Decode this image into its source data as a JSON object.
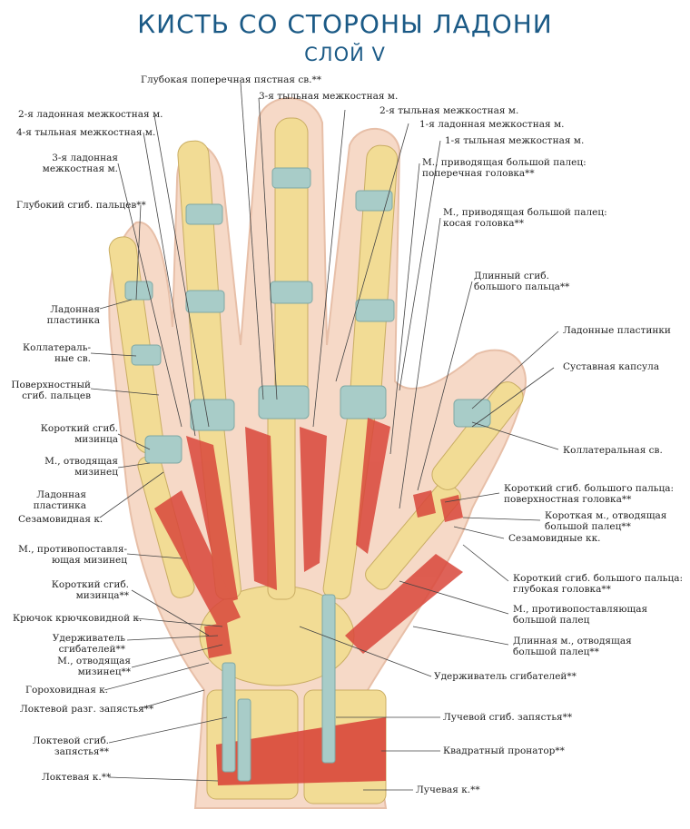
{
  "title": "КИСТЬ СО СТОРОНЫ ЛАДОНИ",
  "subtitle": "СЛОЙ V",
  "labels": {
    "deep_transverse_metacarpal_lig": "Глубокая поперечная пястная св.**",
    "dorsal_interosseous_3": "3-я тыльная межкостная м.",
    "palmar_interosseous_2": "2-я ладонная межкостная м.",
    "dorsal_interosseous_2": "2-я тыльная межкостная м.",
    "dorsal_interosseous_4": "4-я тыльная межкостная м.",
    "palmar_interosseous_1": "1-я ладонная межкостная м.",
    "dorsal_interosseous_1": "1-я тыльная межкостная м.",
    "palmar_interosseous_3": [
      "3-я ладонная",
      "межкостная м."
    ],
    "adductor_pollicis_transverse": [
      "М., приводящая большой палец:",
      "поперечная головка**"
    ],
    "fdp": "Глубокий сгиб. пальцев**",
    "adductor_pollicis_oblique": [
      "М., приводящая большой палец:",
      "косая головка**"
    ],
    "fpl": [
      "Длинный сгиб.",
      "большого пальца**"
    ],
    "palmar_plate_left": [
      "Ладонная",
      "пластинка"
    ],
    "palmar_plates_right": "Ладонные пластинки",
    "collateral_ligs": [
      "Коллатераль-",
      "ные св."
    ],
    "joint_capsule": "Суставная капсула",
    "fds": [
      "Поверхностный",
      "сгиб. пальцев"
    ],
    "fdm_brevis": [
      "Короткий сгиб.",
      "мизинца"
    ],
    "collateral_lig_right": "Коллатеральная св.",
    "abductor_dm": [
      "М., отводящая",
      "мизинец"
    ],
    "palmar_plate_left2": [
      "Ладонная",
      "пластинка"
    ],
    "fpb_superficial": [
      "Короткий сгиб. большого пальца:",
      "поверхностная головка**"
    ],
    "sesamoid_left": "Сезамовидная к.",
    "apb": [
      "Короткая м., отводящая",
      "большой палец**"
    ],
    "sesamoids_right": "Сезамовидные кк.",
    "opponens_dm": [
      "М., противопоставля-",
      "ющая мизинец"
    ],
    "fpb_deep": [
      "Короткий сгиб. большого пальца:",
      "глубокая головка**"
    ],
    "fdm_brevis2": [
      "Короткий сгиб.",
      "мизинца**"
    ],
    "opponens_pollicis": [
      "М., противопоставляющая",
      "большой палец"
    ],
    "hook_of_hamate": "Крючок крючковидной к.",
    "apl": [
      "Длинная м., отводящая",
      "большой палец**"
    ],
    "flexor_retinaculum_left": [
      "Удерживатель",
      "сгибателей**"
    ],
    "abductor_dm2": [
      "М., отводящая",
      "мизинец**"
    ],
    "flexor_retinaculum_right": "Удерживатель сгибателей**",
    "pisiform": "Гороховидная к.",
    "ecu": "Локтевой разг. запястья**",
    "fcr": "Лучевой сгиб. запястья**",
    "fcu": [
      "Локтевой сгиб.",
      "запястья**"
    ],
    "pronator_quadratus": "Квадратный пронатор**",
    "ulna": "Локтевая к.**",
    "radius": "Лучевая к.**"
  },
  "colors": {
    "title": "#1b5a86",
    "skin": "#f6d9c7",
    "bone": "#f2dc95",
    "muscle": "#d9473b",
    "tendon": "#a8ccc8",
    "leader": "#444444"
  }
}
